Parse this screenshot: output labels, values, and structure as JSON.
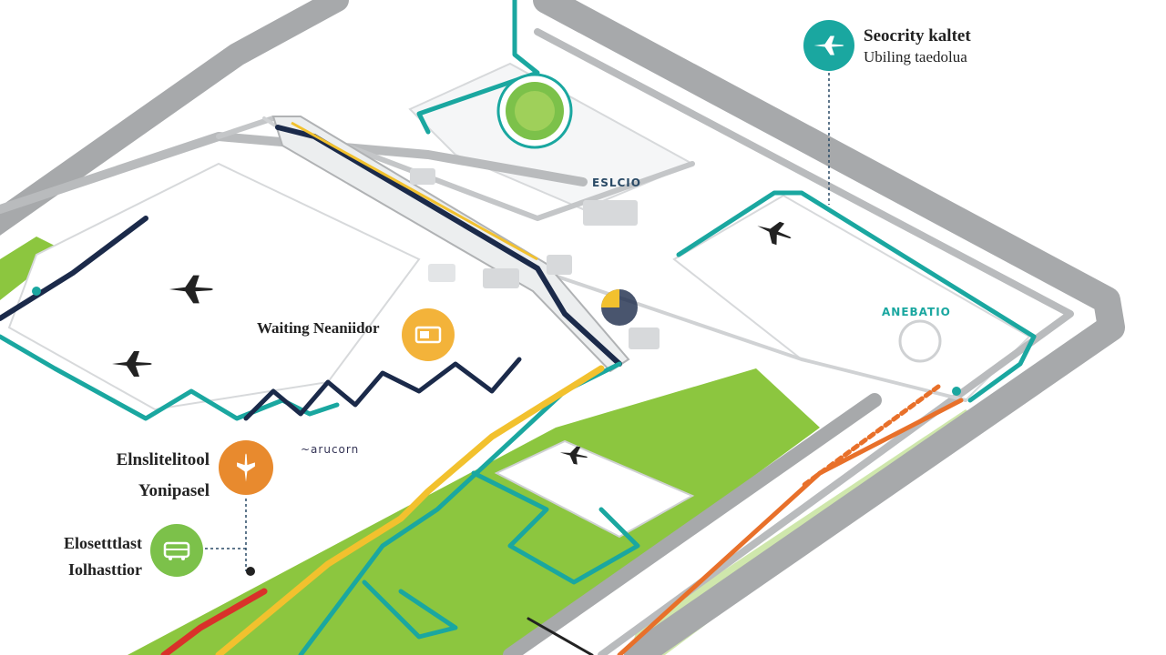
{
  "callouts": {
    "security": {
      "line1": "Seocrity kaltet",
      "line2": "Ubiling taedolua",
      "icon": "airplane-icon",
      "color": "#1aa7a0"
    },
    "walking": {
      "text": "Waiting Neaniidor",
      "icon": "ticket-icon",
      "color": "#f3b33a"
    },
    "baggage": {
      "line1": "Elnslitelitool",
      "line2": "Yonipasel",
      "icon": "plane-icon",
      "color": "#e88a2e"
    },
    "transfer": {
      "line1": "Elosetttlast",
      "line2": "Iolhasttior",
      "icon": "bus-icon",
      "color": "#7cc14a"
    }
  },
  "map_signs": {
    "gate_sign": "ESLCIO",
    "terminal_sign": "ANEBATIO",
    "small_label": "~arucorn"
  },
  "colors": {
    "road": "#a7a9ab",
    "road_edge": "#8d8f91",
    "teal_route": "#1aa7a0",
    "navy_route": "#1b2a4a",
    "yellow_route": "#f2c12e",
    "orange_route": "#e8702a",
    "red_route": "#d9312a",
    "grass": "#8cc63f"
  }
}
